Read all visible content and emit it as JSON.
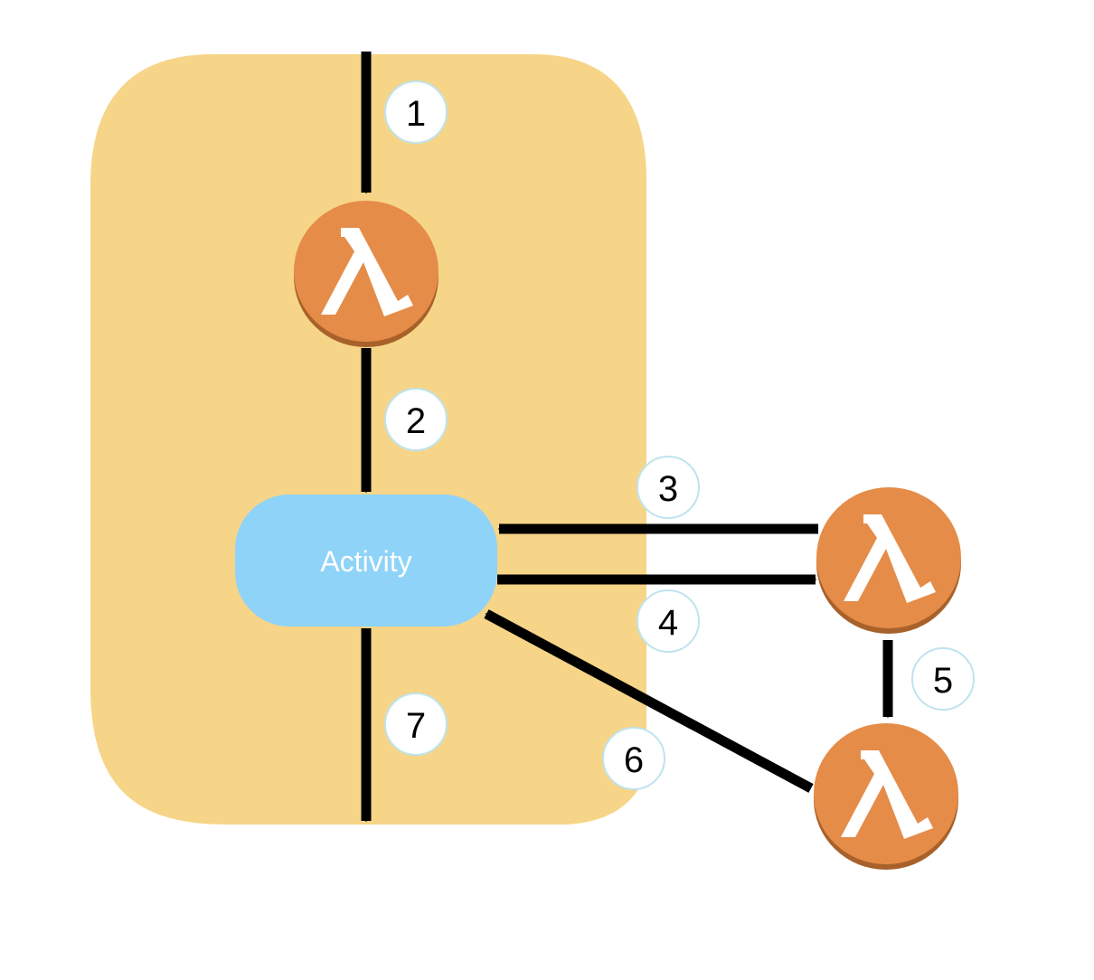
{
  "diagram": {
    "activity_label": "Activity",
    "steps": [
      "1",
      "2",
      "3",
      "4",
      "5",
      "6",
      "7"
    ]
  },
  "colors": {
    "container": "#F6D588",
    "activity": "#8FD3F8",
    "lambda": "#E58C48",
    "lambda_shadow": "#A8612A",
    "arrow": "#000000",
    "badge_fill": "#FFFFFF",
    "badge_stroke": "#BFE3EE"
  },
  "icons": [
    "lambda-icon",
    "arrow-icon"
  ]
}
